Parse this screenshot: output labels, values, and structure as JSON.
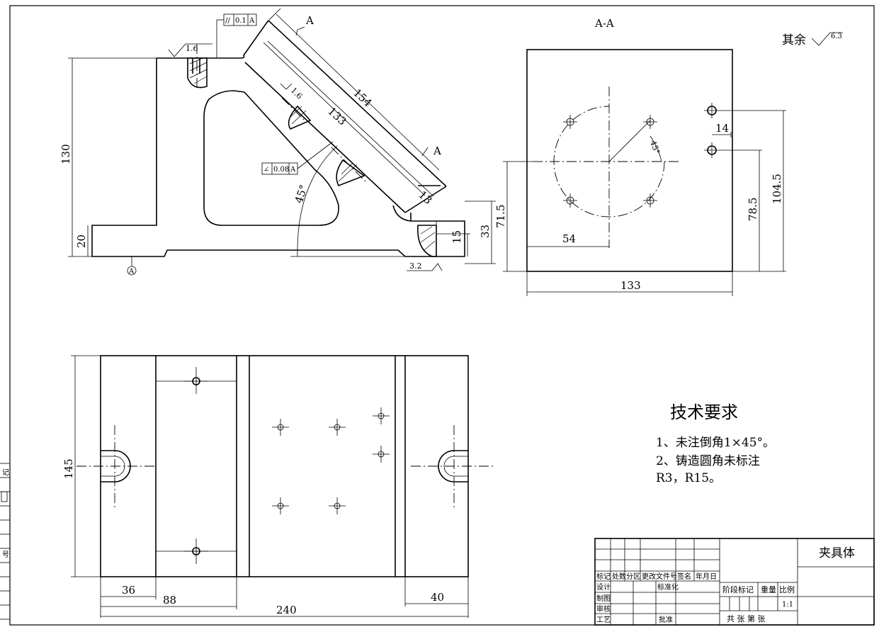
{
  "drawing": {
    "section_label": "A-A",
    "section_marker": "A",
    "surface_rest": {
      "prefix": "其余",
      "value": "6.3"
    },
    "roughness": {
      "top_left": "1.6",
      "slant": "1.6",
      "bottom_right": "3.2"
    },
    "tolerance_top": {
      "symbol": "//",
      "value": "0.1",
      "datum": "A"
    },
    "tolerance_slant": {
      "symbol": "∠",
      "value": "0.08",
      "datum": "A"
    },
    "datum_symbol": "A",
    "front_dims": {
      "height": "130",
      "base": "20",
      "slant_outer": "154",
      "slant_inner": "133",
      "slot": "13",
      "angle": "45°",
      "right_height": "33",
      "right_small": "15"
    },
    "section_dims": {
      "width": "133",
      "offset": "54",
      "hole_spacing": "14",
      "h1": "71.5",
      "h2": "78.5",
      "h3": "104.5",
      "angle": "45°"
    },
    "plan_dims": {
      "height": "145",
      "d1": "36",
      "d2": "88",
      "d3": "240",
      "d4": "40"
    }
  },
  "tech_req": {
    "title": "技术要求",
    "lines": [
      "1、未注倒角1×45°。",
      "2、铸造圆角未标注",
      "R3，R15。"
    ]
  },
  "title_block": {
    "part_name": "夹具体",
    "headers": [
      "标记",
      "处数",
      "分区",
      "更改文件号",
      "签名",
      "年月日"
    ],
    "roles": [
      "设计",
      "制图",
      "审核",
      "工艺"
    ],
    "standardize": "标准化",
    "approve": "批准",
    "stage": "阶段标记",
    "weight": "重量",
    "scale_label": "比例",
    "scale": "1:1",
    "sheets": "共  张  第  张"
  },
  "margin_labels": [
    "记",
    "号"
  ]
}
